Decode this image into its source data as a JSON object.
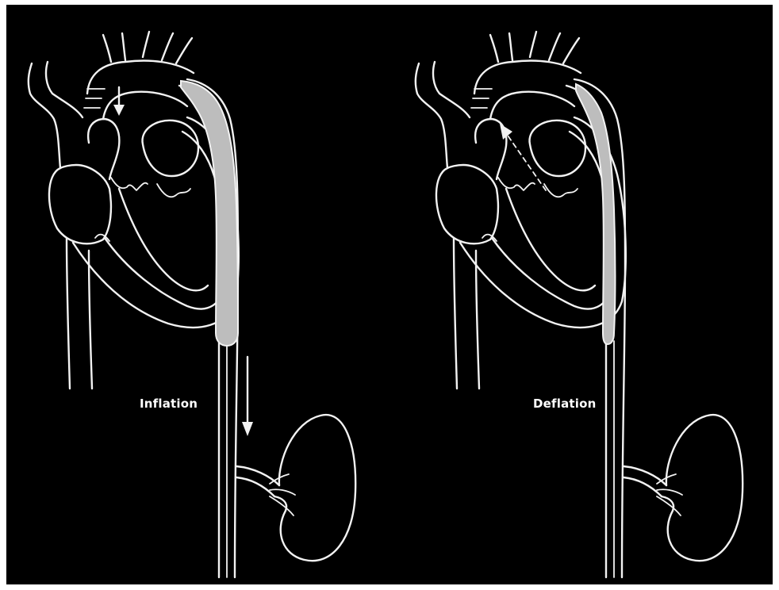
{
  "panels": [
    {
      "label": "Inflation",
      "balloon_state": "inflated",
      "flow": "antegrade-to-renal"
    },
    {
      "label": "Deflation",
      "balloon_state": "deflated",
      "flow": "retrograde-to-coronary"
    }
  ],
  "colors": {
    "background": "#000000",
    "line": "#f2f2f2",
    "balloon": "#bdbdbd"
  }
}
